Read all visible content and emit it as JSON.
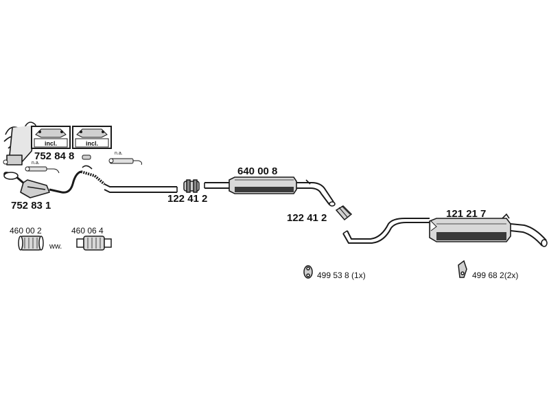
{
  "parts": {
    "manifold_kit": "752 84 8",
    "front_pipe_catalyst": "752 83 1",
    "adapter_a": "460 00 2",
    "adapter_b": "460 06 4",
    "clamp_a": "122 41 2",
    "middle_silencer": "640 00 8",
    "clamp_b": "122 41 2",
    "rear_silencer": "121 21 7",
    "rubber_mount_a": "499 53 8 (1x)",
    "rubber_mount_b": "499 68 2(2x)"
  },
  "labels": {
    "incl_1": "incl.",
    "incl_2": "incl.",
    "na_1": "n.a.",
    "na_2": "n.a.",
    "ww": "ww."
  },
  "colors": {
    "line": "#1a1a1a",
    "fill_light": "#d8d8d8",
    "fill_dark": "#3a3a3a"
  }
}
